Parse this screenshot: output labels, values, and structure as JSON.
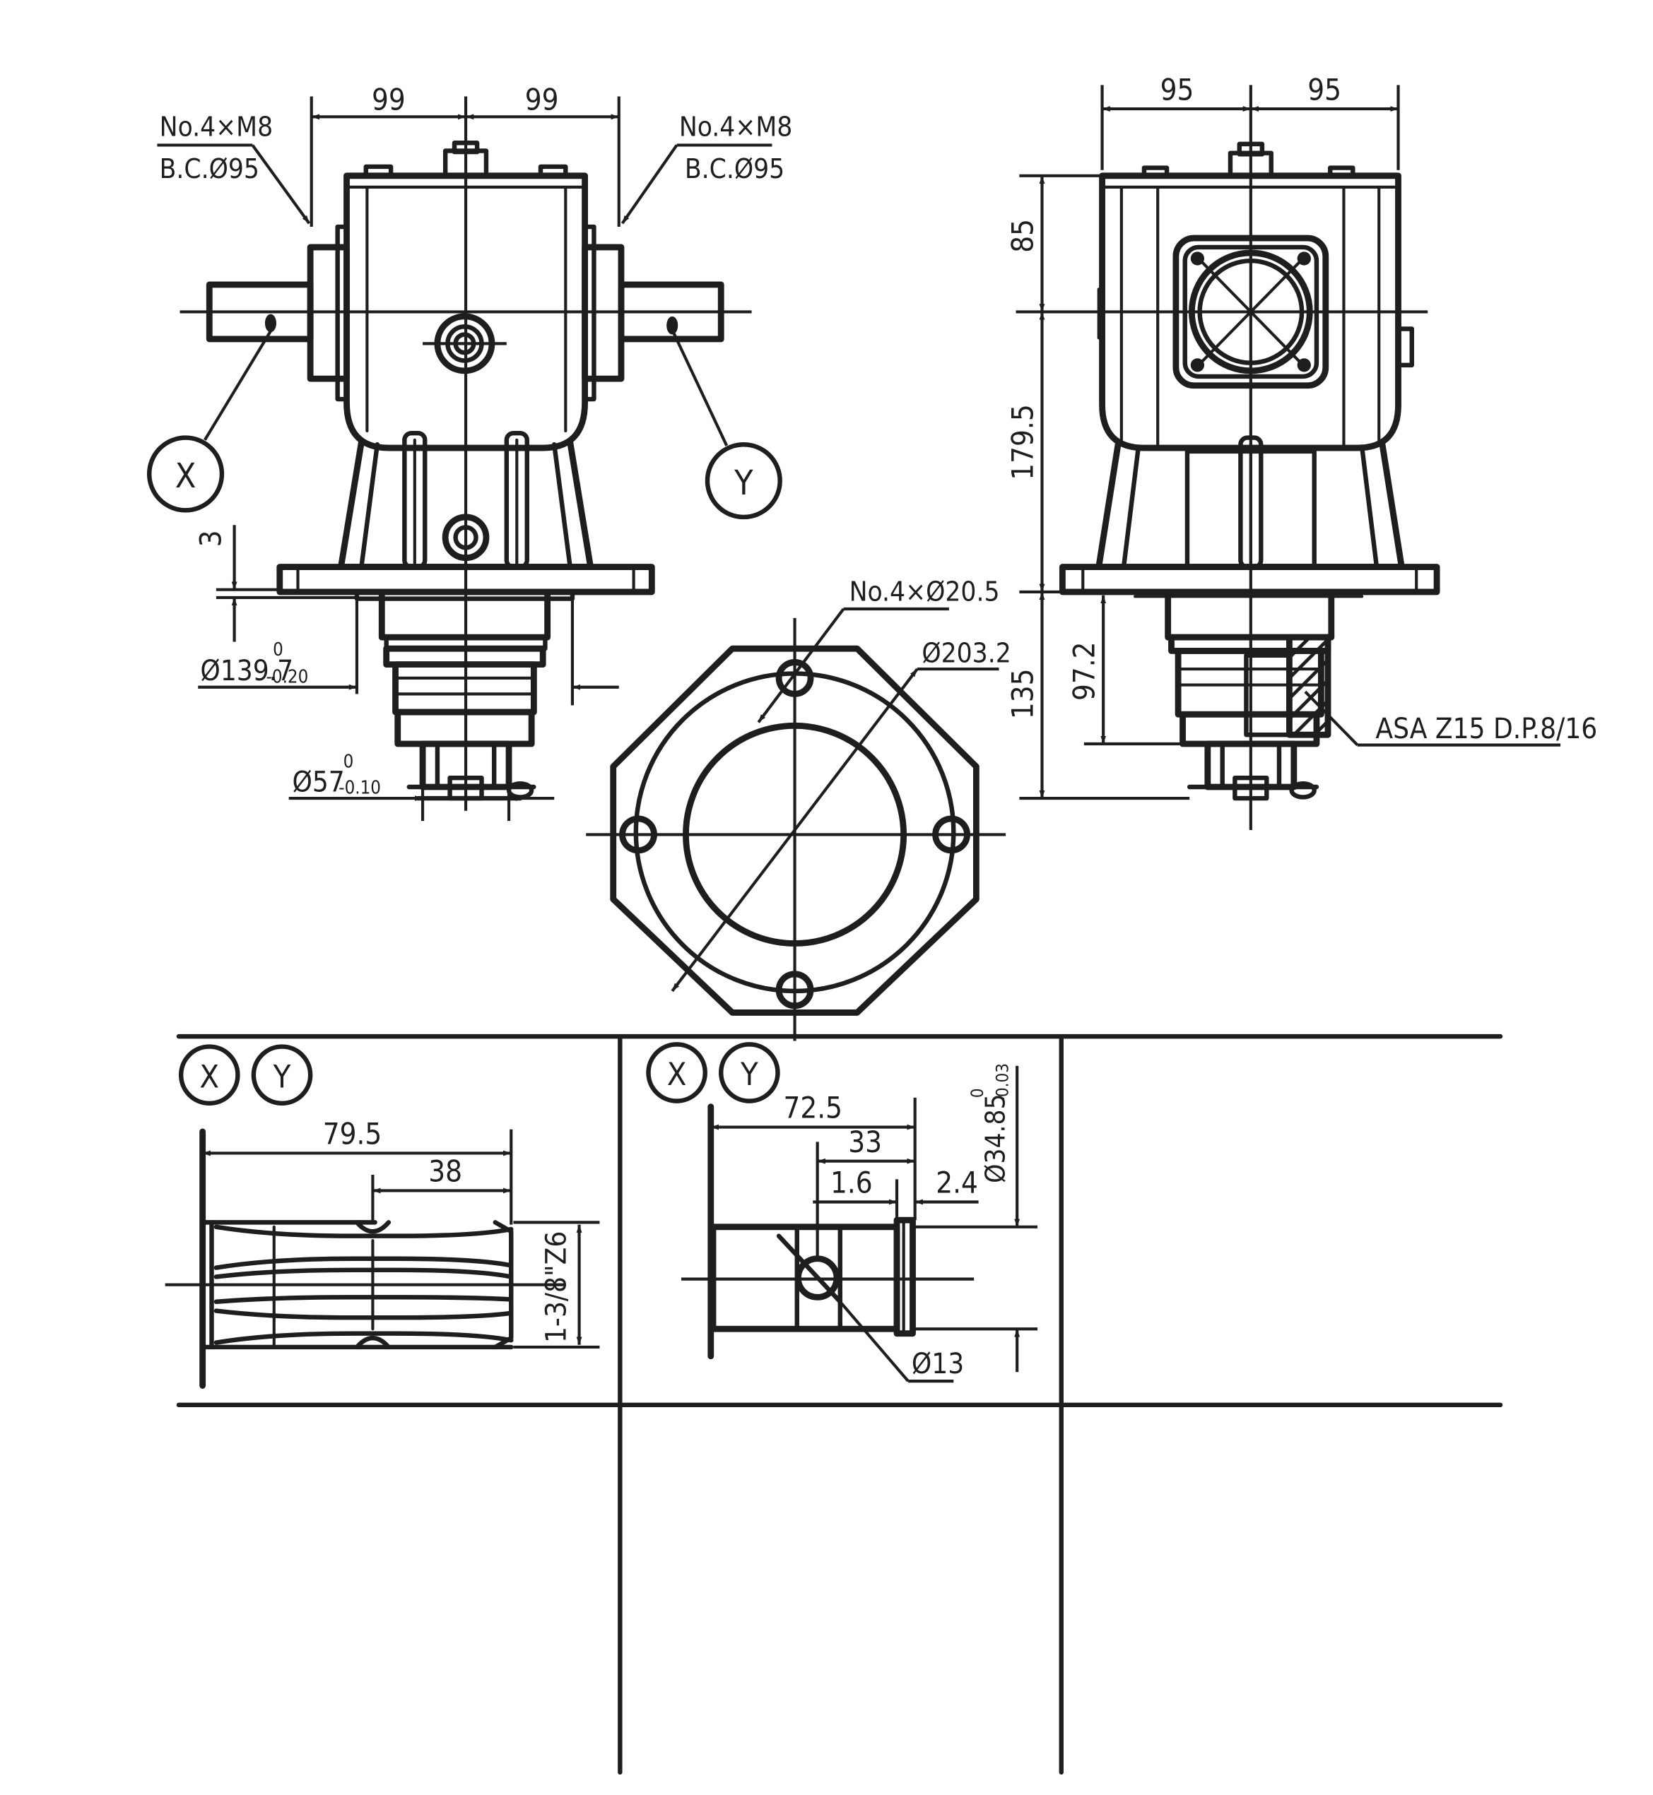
{
  "front_view": {
    "dim_left_width": "99",
    "dim_right_width": "99",
    "bolt_note_left_line1": "No.4×M8",
    "bolt_note_left_line2": "B.C.Ø95",
    "bolt_note_right_line1": "No.4×M8",
    "bolt_note_right_line2": "B.C.Ø95",
    "callout_x": "X",
    "callout_y": "Y",
    "dim_flange_gap": "3",
    "dim_pilot_diameter": "Ø139.7",
    "dim_pilot_tol_upper": "0",
    "dim_pilot_tol_lower": "-0.20",
    "dim_shaft_diameter": "Ø57",
    "dim_shaft_tol_upper": "0",
    "dim_shaft_tol_lower": "-0.10"
  },
  "side_view": {
    "dim_left_width": "95",
    "dim_right_width": "95",
    "dim_upper_height": "85",
    "dim_body_height": "179.5",
    "dim_output_height": "135",
    "dim_spline_height": "97.2",
    "spline_spec": "ASA Z15 D.P.8/16"
  },
  "flange_view": {
    "hole_note": "No.4×Ø20.5",
    "bolt_circle": "Ø203.2"
  },
  "detail_splined": {
    "callout_x": "X",
    "callout_y": "Y",
    "dim_length": "79.5",
    "dim_groove": "38",
    "spline_size": "1-3/8\"Z6"
  },
  "detail_plain": {
    "callout_x": "X",
    "callout_y": "Y",
    "dim_length": "72.5",
    "dim_step": "33",
    "dim_slot": "1.6",
    "dim_collar": "2.4",
    "dim_diameter": "Ø34.85",
    "dim_diameter_tol_upper": "0",
    "dim_diameter_tol_lower": "-0.03",
    "dim_hole": "Ø13"
  }
}
